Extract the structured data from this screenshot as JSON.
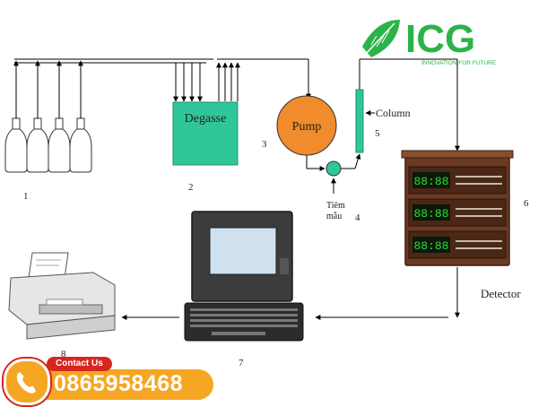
{
  "logo": {
    "letters": "ICG",
    "tagline": "INNOVATION FOR FUTURE"
  },
  "components": {
    "degasser": "Degasse",
    "pump": "Pump",
    "column": "Column",
    "injector_line1": "Tiêm",
    "injector_line2": "mẫu",
    "detector": "Detector"
  },
  "numbers": [
    "1",
    "2",
    "3",
    "4",
    "5",
    "6",
    "7",
    "8"
  ],
  "detector_display": "88:88",
  "contact": {
    "label": "Contact Us",
    "phone": "0865958468"
  },
  "colors": {
    "degasser": "#2fc79a",
    "pump": "#f08c2b",
    "column": "#2fc79a",
    "injector": "#2fc79a",
    "detector_case": "#6b3a22",
    "detector_screen": "#2fdc3a",
    "logo_green": "#2bb34a",
    "contact_orange": "#f5a623",
    "contact_red": "#d7261e"
  }
}
